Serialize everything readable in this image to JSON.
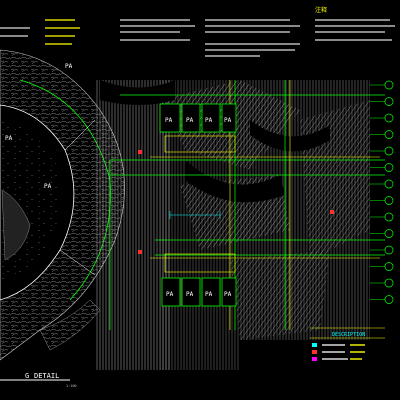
{
  "drawing": {
    "title": "DETAIL",
    "title_prefix": "G",
    "scale_note": "1:100",
    "notes_header": "注释",
    "plot_labels": [
      "PA",
      "PA",
      "PA",
      "PA",
      "PA",
      "PA",
      "PA",
      "PA",
      "PA",
      "PA",
      "PA"
    ],
    "legend_header": "DESCRIPTION",
    "legend_items": [
      "",
      "",
      ""
    ],
    "grid_markers_count": 14
  },
  "colors": {
    "background": "#000000",
    "green": "#00ff00",
    "yellow": "#ffff00",
    "white": "#ffffff",
    "cyan": "#00ffff",
    "red": "#ff3030",
    "grey": "#9a9a9a",
    "magenta": "#ff00ff"
  }
}
